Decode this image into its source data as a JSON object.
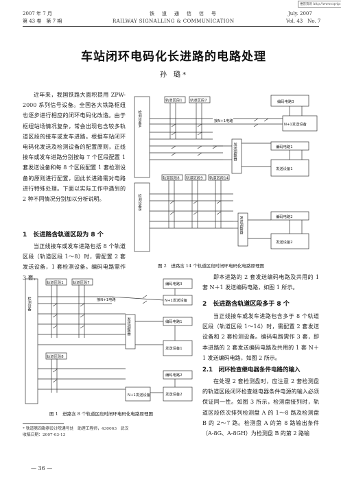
{
  "stamp": "维普资讯 http://www.cqvip.com",
  "header": {
    "left_top": "2007 年 7 月",
    "left_bottom": "第 43 卷　第 7 期",
    "center_top": "铁　道　通　信　信　号",
    "center_bottom": "RAILWAY SIGNALLING & COMMUNICATION",
    "right_top": "July. 2007",
    "right_bottom": "Vol. 43　No. 7"
  },
  "title": "车站闭环电码化长进路的电路处理",
  "author": "孙　璐 *",
  "intro": "近年来，我国铁路大面积提用 ZPW-2000 系列信号设备。全国各大铁路枢纽也逐步进行相应的闭环电码化改造。由于枢纽站场情况复杂，常会出现包含较多轨道区段的接车或发车进路。根据车站闭环电码化发送及检测设备的配置原则，正线接车或发车进路分别按每 7 个区段配置 1 套发送设备和每 8 个区段配置 1 套检测设备的原则进行配置，因此长进路需对电路进行特殊处理。下面以实际工作中遇到的 2 种不同情况分别加以分析说明。",
  "section1": {
    "heading": "1　长进路含轨道区段为 8 个",
    "text": "当正线接车或发车进路包括 8 个轨道区段（轨道区段 1～8）时，需配置 2 套发送设备，1 套检测设备。编码电路需作 3 套，"
  },
  "figure2_caption": "图 2　进路含 14 个轨道区段时闭环电码化电路原理图",
  "figure1_caption": "图 1　进路含 8 个轨道区段时闭环电码化电路原理图",
  "right_col": {
    "p1": "即本进路的 2 套发送编码电路及共用的 1 套 N＋1 发送编码电路，如图 1 所示。",
    "section2": "2　长进路含轨道区段多于 8 个",
    "p2": "当正线接车或发车进路包含多于 8 个轨道区段（轨道区段 1～14）时，需配置 2 套发送设备和 2 套检测设备。编码电路需作 3 套，即本进路的 2 套发送编码电路及共用的 1 套 N＋1 发送编码电路，如图 2 所示。",
    "subsection": "2.1　闭环检查继电器条件电路的输入",
    "p3": "在处理 2 套检测盘时，应注意 2 套检测盘的轨道区段闭环检查继电器条件电源的输入必须保证同一性。如图 3 所示，检测盘接列时，轨道区段依次排列检测盘 A 的 1～8 路及检测盘 B 的 2～7 路。检测盘 A 的第 8 路输出条件（A-8G、A-8GH）为检测盘 B 的第 2 路输"
  },
  "footnote": "* 铁道第四勘察设计院通号处　助理工程师，430063　武汉\n收稿日期：2007-03-13",
  "page_number": "— 36 —",
  "fig2": {
    "det_a": "检测设备A",
    "det_b": "检测设备B",
    "track1": "轨道区段1",
    "track7": "轨道区段7",
    "track8": "轨道区段8",
    "track9": "轨道区段9",
    "track14": "轨道区段14",
    "n1_circuit": "接N+1电路",
    "code3": "编码电路3",
    "n1_send": "N+1发送设备",
    "code1": "编码电路1",
    "send1": "发送设备1",
    "code2": "编码电路2",
    "send2": "发送设备2",
    "modA": "发送调整器",
    "modB": "发送调整器"
  },
  "fig1": {
    "det": "检测设备",
    "track1": "轨道区段1",
    "track7": "轨道区段7",
    "track8": "轨道区段8",
    "n1_circuit": "接N+1电路",
    "code3": "编码电路3",
    "n1_send": "N+1发送设备",
    "code1": "编码电路1",
    "send1": "发送设备1",
    "code2": "编码电路2",
    "send2": "发送设备2",
    "modulator": "发送调整器",
    "n1_label": "N+1发送设备"
  }
}
